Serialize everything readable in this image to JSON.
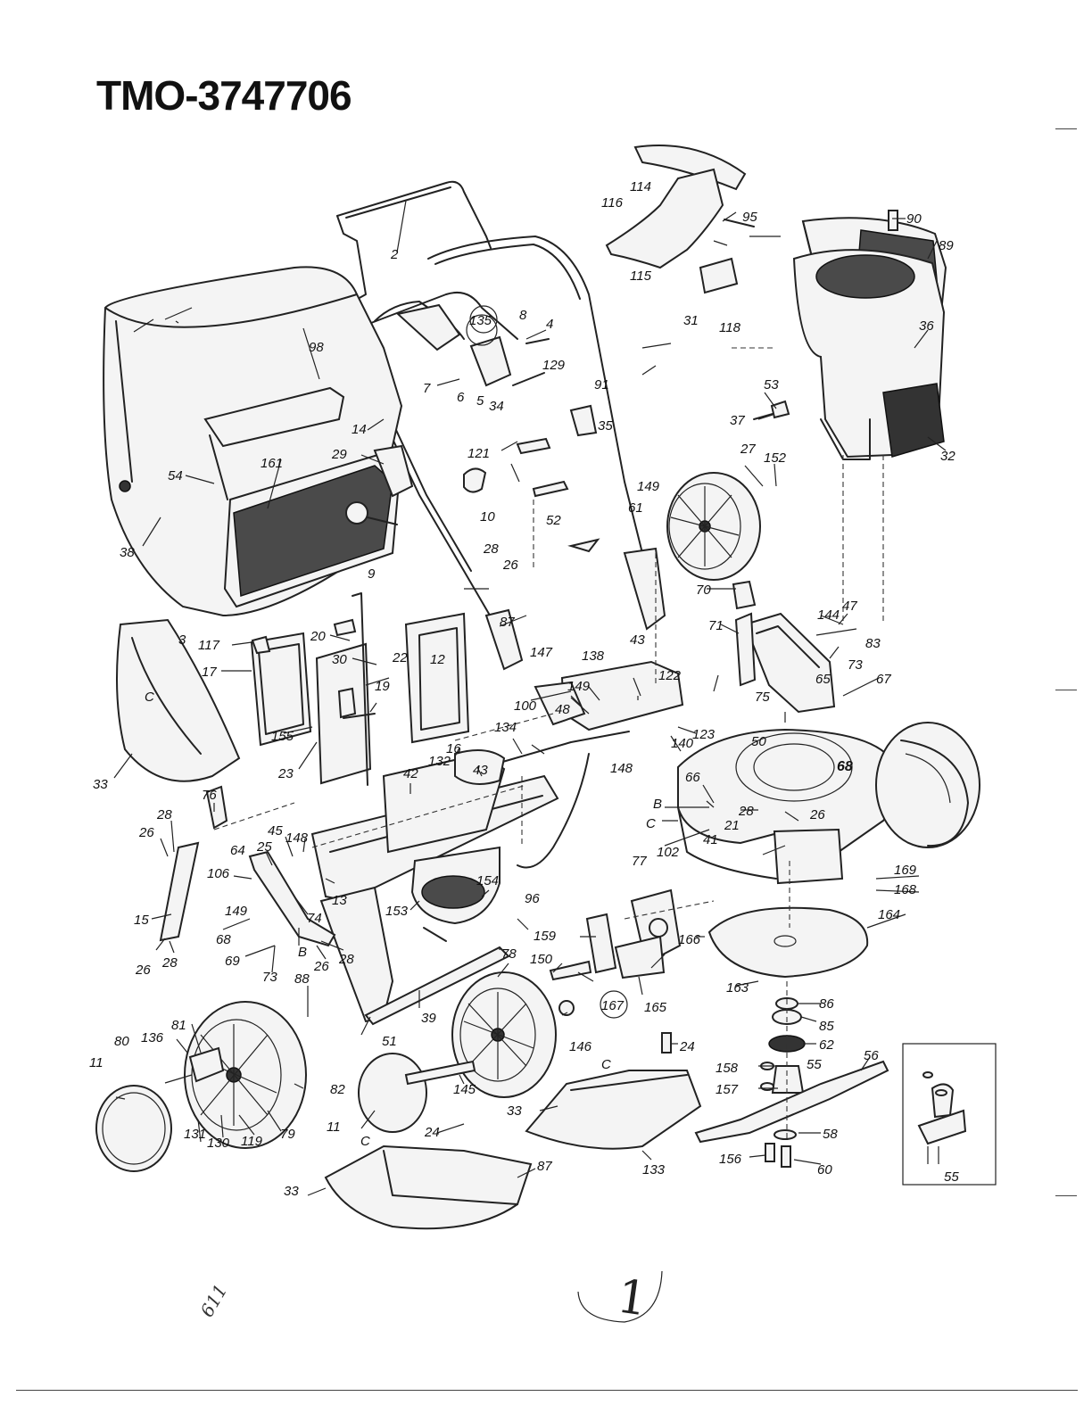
{
  "document": {
    "title": "TMO-3747706",
    "page_number": "1",
    "handwritten_note": "611"
  },
  "callouts": {
    "c2": "2",
    "c4": "4",
    "c5": "5",
    "c6": "6",
    "c7": "7",
    "c8": "8",
    "c9": "9",
    "c10": "10",
    "c11a": "11",
    "c11b": "11",
    "c12": "12",
    "c13": "13",
    "c14": "14",
    "c15": "15",
    "c16": "16",
    "c17": "17",
    "c19": "19",
    "c20": "20",
    "c21": "21",
    "c22": "22",
    "c23": "23",
    "c24a": "24",
    "c24b": "24",
    "c25": "25",
    "c26a": "26",
    "c26b": "26",
    "c26c": "26",
    "c26d": "26",
    "c26e": "26",
    "c27": "27",
    "c28a": "28",
    "c28b": "28",
    "c28c": "28",
    "c28d": "28",
    "c28e": "28",
    "c29": "29",
    "c30": "30",
    "c31": "31",
    "c32": "32",
    "c33a": "33",
    "c33b": "33",
    "c33c": "33",
    "c34": "34",
    "c35": "35",
    "c36": "36",
    "c37": "37",
    "c38": "38",
    "c39": "39",
    "c3": "3",
    "c41": "41",
    "c42": "42",
    "c43a": "43",
    "c43b": "43",
    "c45": "45",
    "c47": "47",
    "c48": "48",
    "c50": "50",
    "c51": "51",
    "c52": "52",
    "c53": "53",
    "c54": "54",
    "c55a": "55",
    "c55b": "55",
    "c56": "56",
    "c58": "58",
    "c60": "60",
    "c61": "61",
    "c62": "62",
    "c64": "64",
    "c65": "65",
    "c66": "66",
    "c67": "67",
    "c68a": "68",
    "c68b": "68",
    "c69": "69",
    "c70": "70",
    "c71": "71",
    "c73a": "73",
    "c73b": "73",
    "c74": "74",
    "c75": "75",
    "c76": "76",
    "c77": "77",
    "c78": "78",
    "c79": "79",
    "c80": "80",
    "c81": "81",
    "c82": "82",
    "c83": "83",
    "c85": "85",
    "c86": "86",
    "c87a": "87",
    "c87b": "87",
    "c88": "88",
    "c89": "89",
    "c90": "90",
    "c91": "91",
    "c95": "95",
    "c96": "96",
    "c98": "98",
    "c100": "100",
    "c102": "102",
    "c106": "106",
    "c114": "114",
    "c115": "115",
    "c116": "116",
    "c117": "117",
    "c118": "118",
    "c119": "119",
    "c121": "121",
    "c122": "122",
    "c123": "123",
    "c129": "129",
    "c130": "130",
    "c131": "131",
    "c132": "132",
    "c133": "133",
    "c134": "134",
    "c135": "135",
    "c136": "136",
    "c138": "138",
    "c140": "140",
    "c144": "144",
    "c145": "145",
    "c146": "146",
    "c147": "147",
    "c148a": "148",
    "c148b": "148",
    "c149a": "149",
    "c149b": "149",
    "c149c": "149",
    "c150": "150",
    "c152": "152",
    "c153": "153",
    "c154": "154",
    "c155": "155",
    "c156": "156",
    "c157": "157",
    "c158": "158",
    "c159": "159",
    "c161": "161",
    "c163": "163",
    "c164": "164",
    "c165": "165",
    "c166": "166",
    "c167": "167",
    "c168": "168",
    "c169": "169",
    "refB1": "B",
    "refB2": "B",
    "refC1": "C",
    "refC2": "C",
    "refC3": "C",
    "refC4": "C"
  }
}
